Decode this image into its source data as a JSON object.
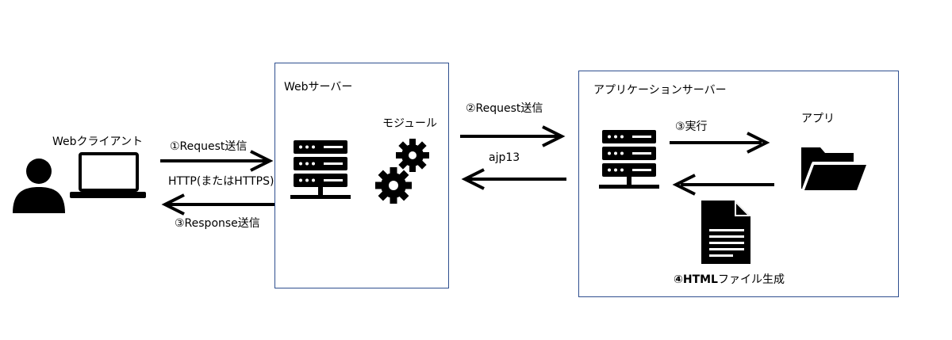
{
  "colors": {
    "box_border": "#2f4f8f",
    "ink": "#000000"
  },
  "client": {
    "label": "Webクライアント",
    "person_icon": "person-icon",
    "laptop_icon": "laptop-icon"
  },
  "web_server": {
    "title": "Webサーバー",
    "module_label": "モジュール",
    "server_icon": "server-icon",
    "gears_icon": "gears-icon"
  },
  "app_server": {
    "title": "アプリケーションサーバー",
    "app_label": "アプリ",
    "server_icon": "server-icon",
    "folder_icon": "folder-icon",
    "document_icon": "document-icon"
  },
  "arrows": {
    "request": "①Request送信",
    "protocol": "HTTP(またはHTTPS)",
    "response": "③Response送信",
    "request2": "②Request送信",
    "ajp": "ajp13",
    "execute": "③実行",
    "generate": "④HTML",
    "generate_rest": "ファイル生成"
  }
}
